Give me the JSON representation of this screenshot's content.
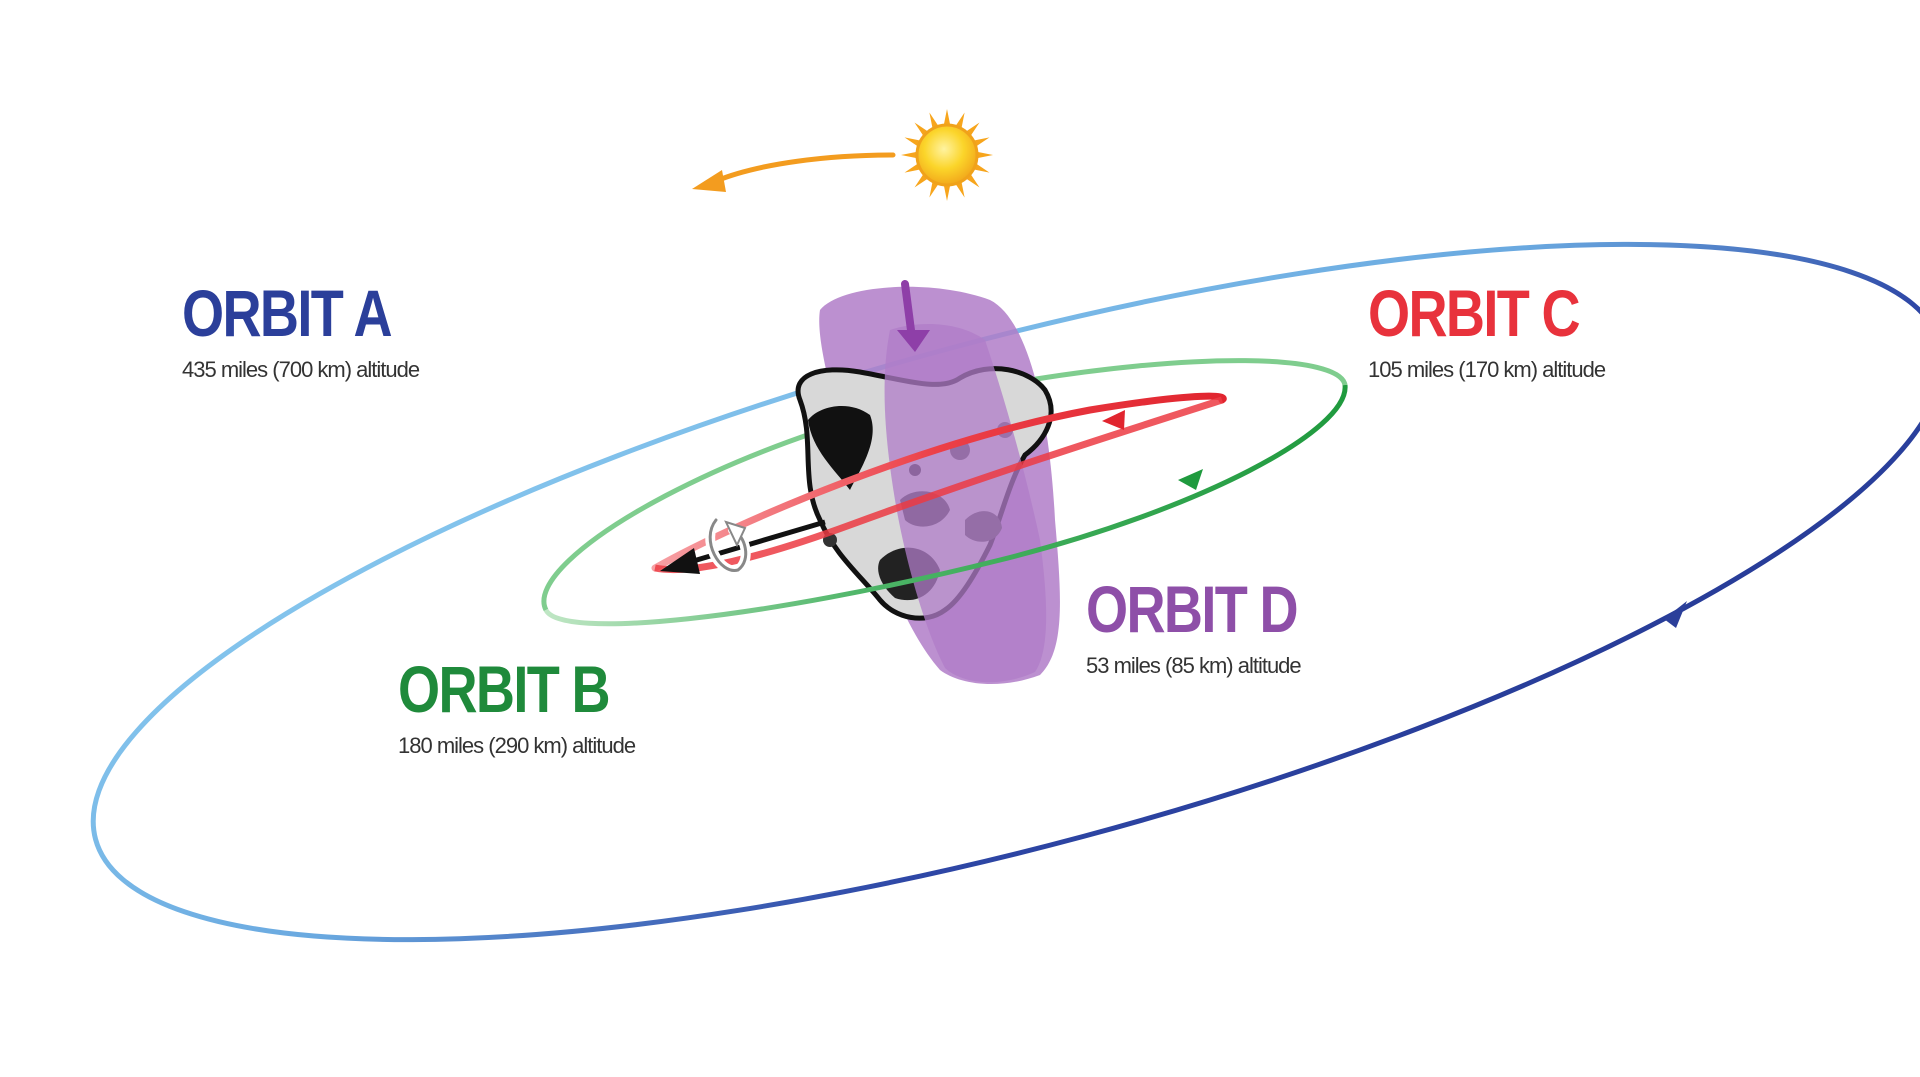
{
  "colors": {
    "orbit_a": "#2b3f9a",
    "orbit_a_light": "#7fc3ec",
    "orbit_b": "#1f8a3b",
    "orbit_c": "#e8323c",
    "orbit_d": "#8e4fa8",
    "sun": "#f7c21b",
    "sun_arrow": "#f39c1f"
  },
  "orbits": [
    {
      "id": "a",
      "title": "ORBIT A",
      "altitude": "435 miles (700 km) altitude",
      "color_key": "orbit_a"
    },
    {
      "id": "b",
      "title": "ORBIT B",
      "altitude": "180 miles (290 km) altitude",
      "color_key": "orbit_b"
    },
    {
      "id": "c",
      "title": "ORBIT C",
      "altitude": "105 miles (170 km) altitude",
      "color_key": "orbit_c"
    },
    {
      "id": "d",
      "title": "ORBIT D",
      "altitude": "53 miles (85 km) altitude",
      "color_key": "orbit_d"
    }
  ],
  "icons": [
    "sun-icon",
    "comet-nucleus-icon",
    "rotation-arrow-icon"
  ]
}
